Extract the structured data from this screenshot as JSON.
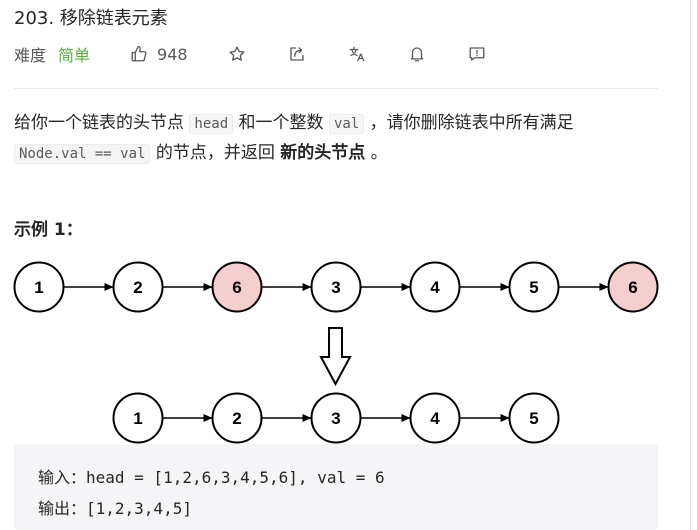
{
  "problem": {
    "title": "203. 移除链表元素",
    "difficulty_label": "难度",
    "difficulty": "简单",
    "like_count": "948"
  },
  "description": {
    "p1_a": "给你一个链表的头节点",
    "code_head": "head",
    "p1_b": "和一个整数",
    "code_val": "val",
    "p1_c": "，请你删除链表中所有满足",
    "code_cond": "Node.val == val",
    "p2_a": "的节点，并返回",
    "p2_bold": "新的头节点",
    "p2_end": "。"
  },
  "example": {
    "title": "示例 1：",
    "input_line": "输入：head = [1,2,6,3,4,5,6], val = 6",
    "output_line": "输出：[1,2,3,4,5]"
  },
  "diagram": {
    "before": [
      "1",
      "2",
      "6",
      "3",
      "4",
      "5",
      "6"
    ],
    "removed": [
      false,
      false,
      true,
      false,
      false,
      false,
      true
    ],
    "after": [
      "1",
      "2",
      "3",
      "4",
      "5"
    ],
    "colors": {
      "removed_fill": "#f5cece",
      "normal_fill": "#ffffff",
      "stroke": "#000000"
    }
  },
  "icons": [
    "like-icon",
    "star-icon",
    "share-icon",
    "translate-icon",
    "bell-icon",
    "feedback-icon"
  ]
}
